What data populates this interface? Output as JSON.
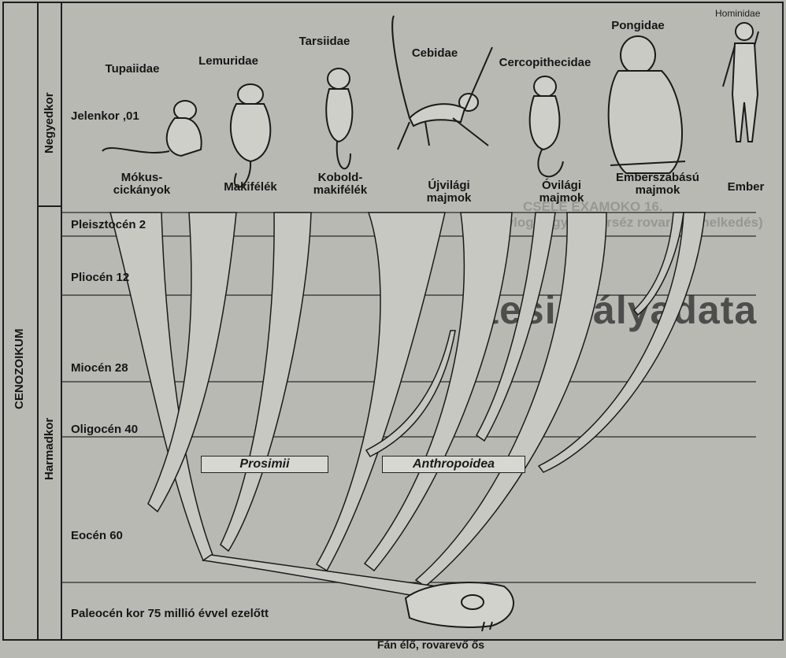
{
  "era": {
    "name": "CENOZOIKUM",
    "periods": [
      "Negyedkor",
      "Harmadkor"
    ]
  },
  "epochs": [
    {
      "name": "Jelenkor",
      "age": ",01"
    },
    {
      "name": "Pleisztocén",
      "age": "2"
    },
    {
      "name": "Pliocén",
      "age": "12"
    },
    {
      "name": "Miocén",
      "age": "28"
    },
    {
      "name": "Oligocén",
      "age": "40"
    },
    {
      "name": "Eocén",
      "age": "60"
    },
    {
      "name": "Paleocén kor",
      "age": "75 millió évvel ezelőtt"
    }
  ],
  "families": [
    {
      "latin": "Tupaiidae",
      "common": "Mókus-\ncickányok"
    },
    {
      "latin": "Lemuridae",
      "common": "Makifélék"
    },
    {
      "latin": "Tarsiidae",
      "common": "Kobold-\nmakifélék"
    },
    {
      "latin": "Cebidae",
      "common": "Újvilági\nmajmok"
    },
    {
      "latin": "Cercopithecidae",
      "common": "Óvilági\nmajmok"
    },
    {
      "latin": "Pongidae",
      "common": "Emberszabású\nmajmok"
    },
    {
      "latin": "Hominidae",
      "common": "Ember"
    }
  ],
  "groups": {
    "prosimii": "Prosimii",
    "anthropoidea": "Anthropoidea"
  },
  "ancestor": "Fán élő, rovarevő ős",
  "background_text": {
    "heading": "rtesi pályadata",
    "caption1": "CSELÉ EXAMOKO 16.",
    "caption2": "(Divlog vagy emberséz rovarok elhelkedés)"
  }
}
